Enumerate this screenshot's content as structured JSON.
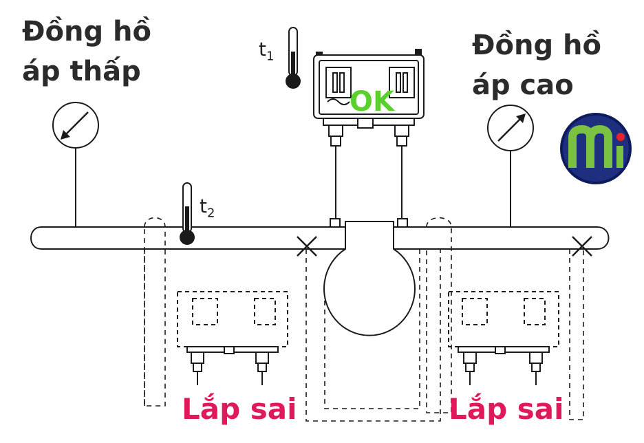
{
  "labels": {
    "low_pressure_gauge": [
      "Đồng hồ",
      "áp thấp"
    ],
    "high_pressure_gauge": [
      "Đồng hồ",
      "áp cao"
    ],
    "correct_mount": "OK",
    "wrong_mount_left": "Lắp sai",
    "wrong_mount_right": "Lắp sai",
    "thermometer_1": {
      "letter": "t",
      "index": "1"
    },
    "thermometer_2": {
      "letter": "t",
      "index": "2"
    }
  },
  "colors": {
    "ok": "#5ad12a",
    "wrong": "#e0195a",
    "title": "#2b2b2b",
    "line": "#1a1a1a",
    "logo_bg": "#1f2f80",
    "logo_mark": "#7cc242",
    "logo_dot": "#e6252a"
  },
  "icons": {
    "gauge": "pressure-gauge-icon",
    "thermometer": "thermometer-icon",
    "switch": "pressure-switch-icon",
    "cross": "cross-mark-icon",
    "logo": "brand-logo-icon"
  }
}
